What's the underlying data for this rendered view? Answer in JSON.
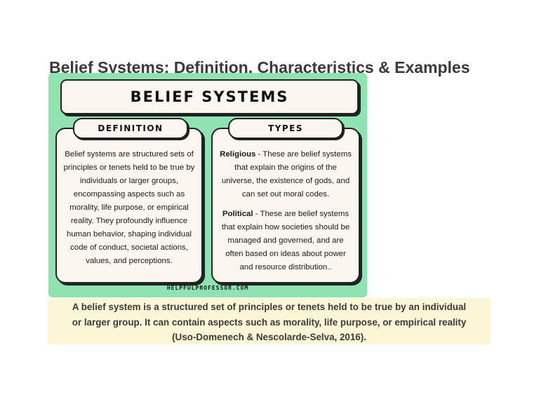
{
  "page": {
    "title": "Belief Systems: Definition, Characteristics & Examples"
  },
  "infographic": {
    "banner": "BELIEF SYSTEMS",
    "definition": {
      "heading": "DEFINITION",
      "text": "Belief systems are structured sets of principles or tenets held to be true by individuals or larger groups, encompassing aspects such as morality, life purpose, or empirical reality. They profoundly influence human behavior, shaping individual code of conduct, societal actions, values, and perceptions."
    },
    "types": {
      "heading": "TYPES",
      "items": [
        {
          "name": "Religious",
          "separator": " - ",
          "description": "These are belief systems that explain the origins of the universe, the existence of gods, and can set out moral codes."
        },
        {
          "name": "Political",
          "separator": " - ",
          "description": "These are belief systems that explain how societies should be managed and governed, and are often based on ideas about power and resource distribution.."
        }
      ]
    },
    "credit": "HELPFULPROFESSOR.COM",
    "colors": {
      "background": "#8ee3b0",
      "card": "#fbf6ef",
      "outline": "#222222"
    }
  },
  "caption": {
    "line1": "A belief system is a structured set of principles or tenets held to be true by an individual",
    "line2": "or larger group. It can contain aspects such as morality, life purpose, or empirical reality",
    "line3": "(Uso-Domenech & Nescolarde-Selva, 2016).",
    "background": "#fdf6d6"
  }
}
